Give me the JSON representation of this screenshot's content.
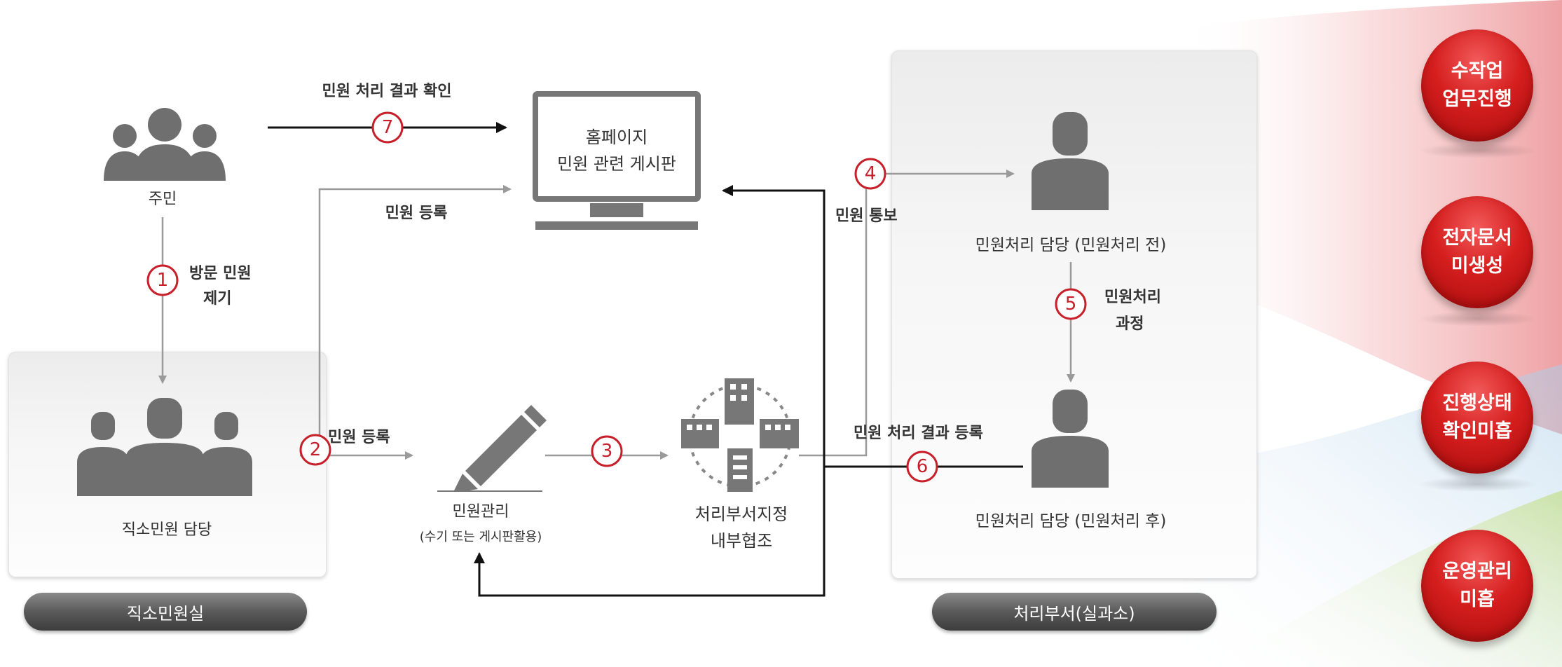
{
  "nodes": {
    "resident": "주민",
    "homepage_line1": "홈페이지",
    "homepage_line2": "민원 관련 게시판",
    "desk_staff": "직소민원 담당",
    "complaint_mgmt": "민원관리",
    "complaint_mgmt_sub": "(수기 또는 게시판활용)",
    "dept_assign_line1": "처리부서지정",
    "dept_assign_line2": "내부협조",
    "handler_before": "민원처리 담당 (민원처리 전)",
    "handler_after": "민원처리 담당 (민원처리 후)"
  },
  "rooms": {
    "desk_room": "직소민원실",
    "dept_room": "처리부서(실과소)"
  },
  "steps": {
    "s1": "1",
    "s2": "2",
    "s3": "3",
    "s4": "4",
    "s5": "5",
    "s6": "6",
    "s7": "7"
  },
  "edges": {
    "result_check": "민원 처리 결과 확인",
    "register_top": "민원 등록",
    "visit_line1": "방문 민원",
    "visit_line2": "제기",
    "register_mid": "민원 등록",
    "notify": "민원 통보",
    "process_line1": "민원처리",
    "process_line2": "과정",
    "result_register": "민원 처리 결과 등록"
  },
  "issues": [
    {
      "line1": "수작업",
      "line2": "업무진행"
    },
    {
      "line1": "전자문서",
      "line2": "미생성"
    },
    {
      "line1": "진행상태",
      "line2": "확인미흡"
    },
    {
      "line1": "운영관리",
      "line2": "미흡"
    }
  ],
  "colors": {
    "accent_red": "#c8202a",
    "icon_gray": "#6f6f6f",
    "line_gray": "#9a9a9a"
  }
}
